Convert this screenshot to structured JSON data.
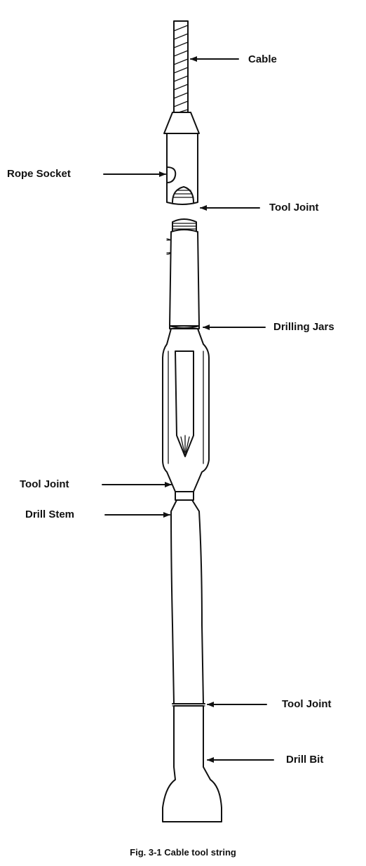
{
  "figure": {
    "caption": "Fig. 3-1 Cable tool string",
    "labels": {
      "cable": "Cable",
      "rope_socket": "Rope Socket",
      "tool_joint_1": "Tool Joint",
      "drilling_jars": "Drilling Jars",
      "tool_joint_2": "Tool Joint",
      "drill_stem": "Drill Stem",
      "tool_joint_3": "Tool Joint",
      "drill_bit": "Drill Bit"
    }
  },
  "colors": {
    "ink": "#111111",
    "background": "#ffffff"
  }
}
